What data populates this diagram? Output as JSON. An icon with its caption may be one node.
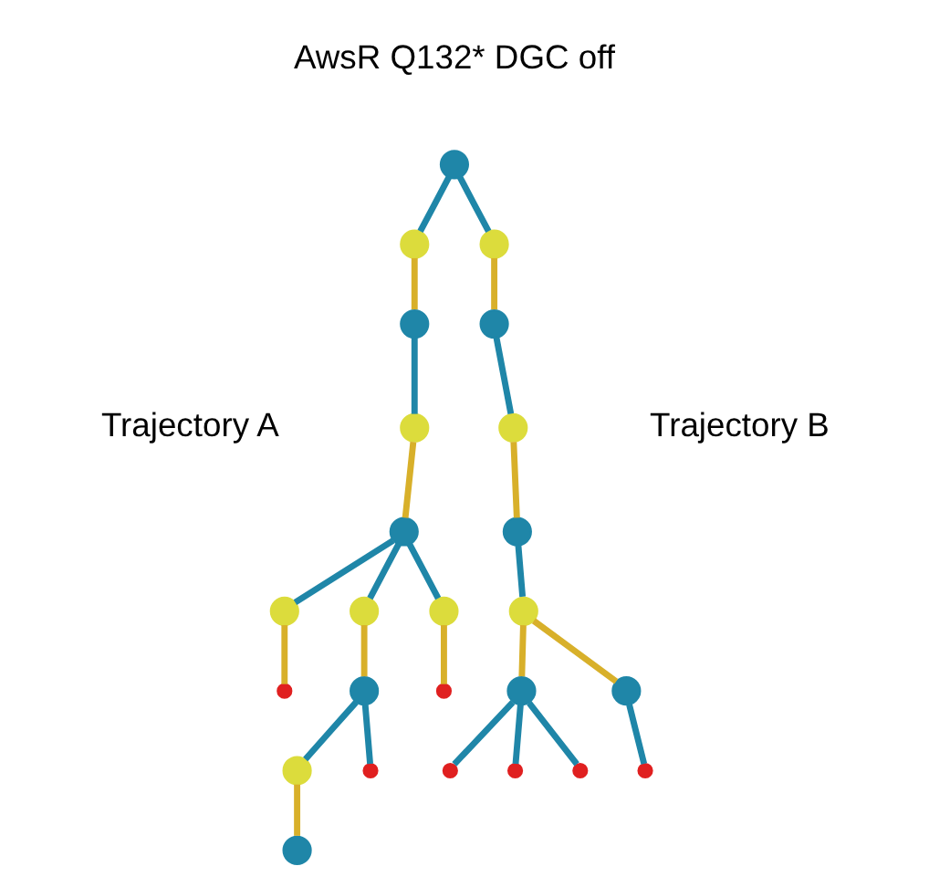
{
  "diagram": {
    "nodes": [
      {
        "text": [],
        "shape": "circle",
        "beside": [
          "AwsR Q132* DGC off"
        ]
      },
      {
        "text": [],
        "shape": "circle"
      },
      {
        "text": [],
        "shape": "circle"
      },
      {
        "text": [],
        "shape": "circle"
      },
      {
        "text": [],
        "shape": "circle"
      },
      {
        "text": [],
        "shape": "circle"
      },
      {
        "text": [],
        "shape": "circle"
      },
      {
        "text": [],
        "shape": "circle"
      },
      {
        "text": [],
        "shape": "cross"
      },
      {
        "text": [],
        "shape": "circle"
      },
      {
        "text": [],
        "shape": "cross"
      },
      {
        "text": [],
        "shape": "circle"
      },
      {
        "text": [],
        "shape": "cross"
      },
      {
        "text": [],
        "shape": "circle"
      },
      {
        "text": [],
        "shape": "circle"
      },
      {
        "text": [],
        "shape": "circle"
      },
      {
        "text": [],
        "shape": "circle"
      },
      {
        "text": [],
        "shape": "circle"
      },
      {
        "text": [],
        "shape": "circle"
      },
      {
        "text": [],
        "shape": "circle"
      },
      {
        "text": [],
        "shape": "circle"
      },
      {
        "text": [],
        "shape": "cross"
      },
      {
        "text": [],
        "shape": "cross"
      },
      {
        "text": [],
        "shape": "cross"
      },
      {
        "text": [],
        "shape": "cross"
      }
    ],
    "edges": [
      {
        "from": 0,
        "to": 1,
        "arrow": "none"
      },
      {
        "from": 1,
        "to": 2,
        "arrow": "none",
        "color": "#d8b02a"
      },
      {
        "from": 2,
        "to": 3,
        "arrow": "none"
      },
      {
        "from": 3,
        "to": 4,
        "arrow": "none",
        "color": "#d8b02a"
      },
      {
        "from": 4,
        "to": 5,
        "arrow": "none"
      },
      {
        "from": 4,
        "to": 6,
        "arrow": "none"
      },
      {
        "from": 4,
        "to": 7,
        "arrow": "none"
      },
      {
        "from": 5,
        "to": 8,
        "arrow": "none",
        "color": "#d8b02a"
      },
      {
        "from": 6,
        "to": 9,
        "arrow": "none",
        "color": "#d8b02a"
      },
      {
        "from": 7,
        "to": 10,
        "arrow": "none",
        "color": "#d8b02a"
      },
      {
        "from": 9,
        "to": 11,
        "arrow": "none"
      },
      {
        "from": 9,
        "to": 12,
        "arrow": "none"
      },
      {
        "from": 11,
        "to": 13,
        "arrow": "none",
        "color": "#d8b02a"
      },
      {
        "from": 0,
        "to": 14,
        "arrow": "none"
      },
      {
        "from": 14,
        "to": 15,
        "arrow": "none",
        "color": "#d8b02a"
      },
      {
        "from": 15,
        "to": 16,
        "arrow": "none"
      },
      {
        "from": 16,
        "to": 17,
        "arrow": "none",
        "color": "#d8b02a"
      },
      {
        "from": 17,
        "to": 18,
        "arrow": "none"
      },
      {
        "from": 18,
        "to": 19,
        "arrow": "none",
        "color": "#d8b02a"
      },
      {
        "from": 18,
        "to": 20,
        "arrow": "none",
        "color": "#d8b02a"
      },
      {
        "from": 19,
        "to": 21,
        "arrow": "none"
      },
      {
        "from": 19,
        "to": 22,
        "arrow": "none"
      },
      {
        "from": 19,
        "to": 23,
        "arrow": "none"
      },
      {
        "from": 20,
        "to": 24,
        "arrow": "none"
      }
    ],
    "labels": [
      "Trajectory A",
      "Trajectory B"
    ]
  }
}
